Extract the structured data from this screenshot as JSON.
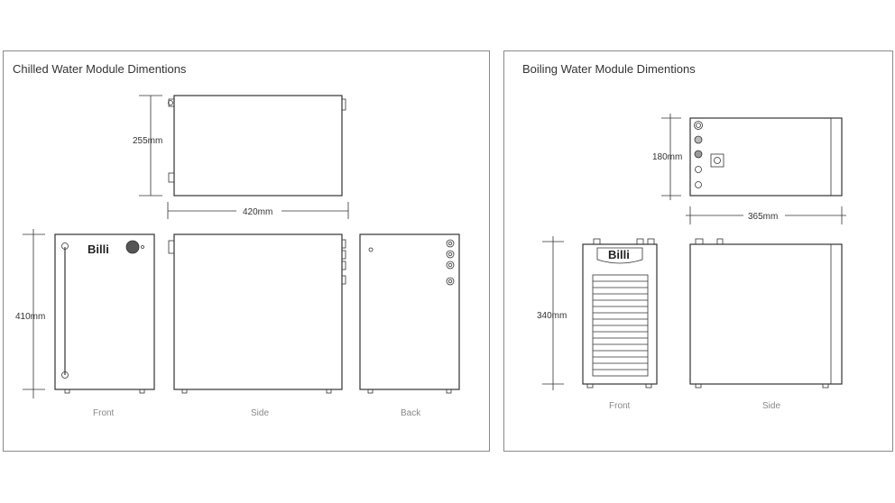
{
  "chilled": {
    "title": "Chilled Water Module Dimentions",
    "dim_height_top": "255mm",
    "dim_width_top": "420mm",
    "dim_height_front": "410mm",
    "brand": "Billi",
    "view_front": "Front",
    "view_side": "Side",
    "view_back": "Back"
  },
  "boiling": {
    "title": "Boiling Water Module Dimentions",
    "dim_height_top": "180mm",
    "dim_width_top": "365mm",
    "dim_height_front": "340mm",
    "brand": "Billi",
    "view_front": "Front",
    "view_side": "Side"
  }
}
